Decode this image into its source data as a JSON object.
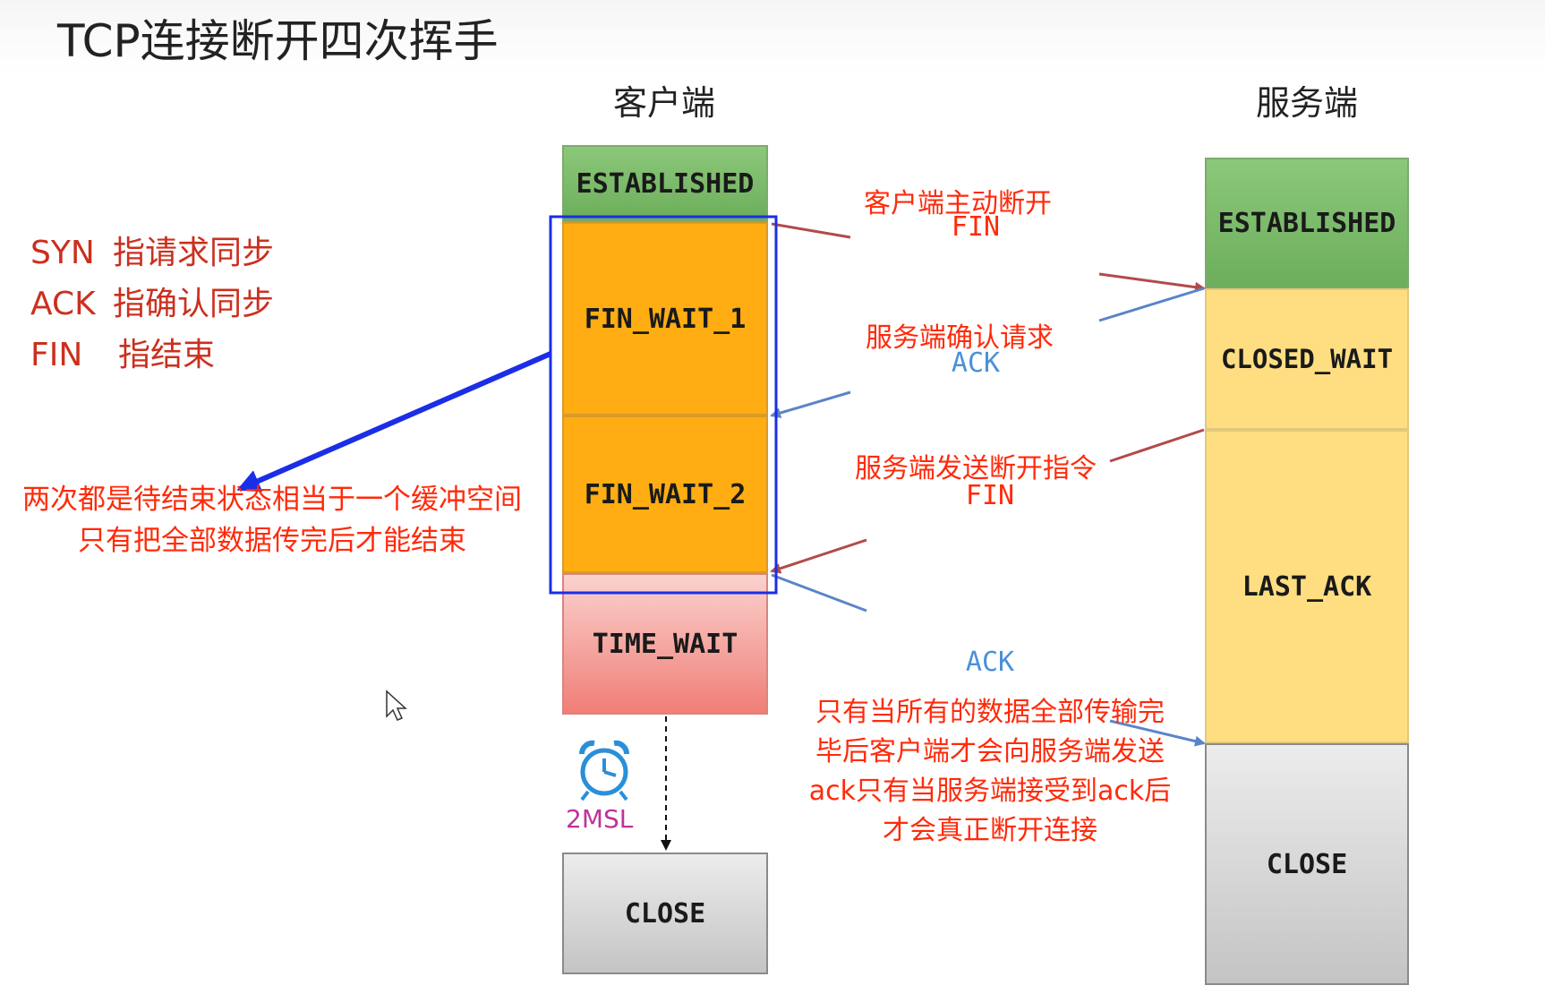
{
  "title": "TCP连接断开四次挥手",
  "client": {
    "header": "客户端",
    "states": [
      "ESTABLISHED",
      "FIN_WAIT_1",
      "FIN_WAIT_2",
      "TIME_WAIT",
      "CLOSE"
    ],
    "timer_label": "2MSL"
  },
  "server": {
    "header": "服务端",
    "states": [
      "ESTABLISHED",
      "CLOSED_WAIT",
      "LAST_ACK",
      "CLOSE"
    ]
  },
  "legend": [
    {
      "key": "SYN",
      "desc": "指请求同步"
    },
    {
      "key": "ACK",
      "desc": "指确认同步"
    },
    {
      "key": "FIN",
      "desc": "指结束"
    }
  ],
  "messages": {
    "m1_title": "客户端主动断开",
    "m1_flag": "FIN",
    "m2_title": "服务端确认请求",
    "m2_flag": "ACK",
    "m3_title": "服务端发送断开指令",
    "m3_flag": "FIN",
    "m4_flag": "ACK",
    "m4_note": [
      "只有当所有的数据全部传输完",
      "毕后客户端才会向服务端发送",
      "ack只有当服务端接受到ack后",
      "才会真正断开连接"
    ]
  },
  "wait_note": [
    "两次都是待结束状态相当于一个缓冲空间",
    "只有把全部数据传完后才能结束"
  ],
  "colors": {
    "established": "#6cae5c",
    "fin_wait": "#ffad12",
    "time_wait": "#f07e77",
    "close": "#c4c4c4",
    "server_wait": "#ffde82",
    "red_text": "#ff2a0a",
    "blue_text": "#4a90d9",
    "highlight_box": "#1a2ee8",
    "timer": "#2a8fd9",
    "timer_label": "#c0329a"
  },
  "icons": [
    "alarm-clock-icon",
    "mouse-cursor-icon"
  ]
}
